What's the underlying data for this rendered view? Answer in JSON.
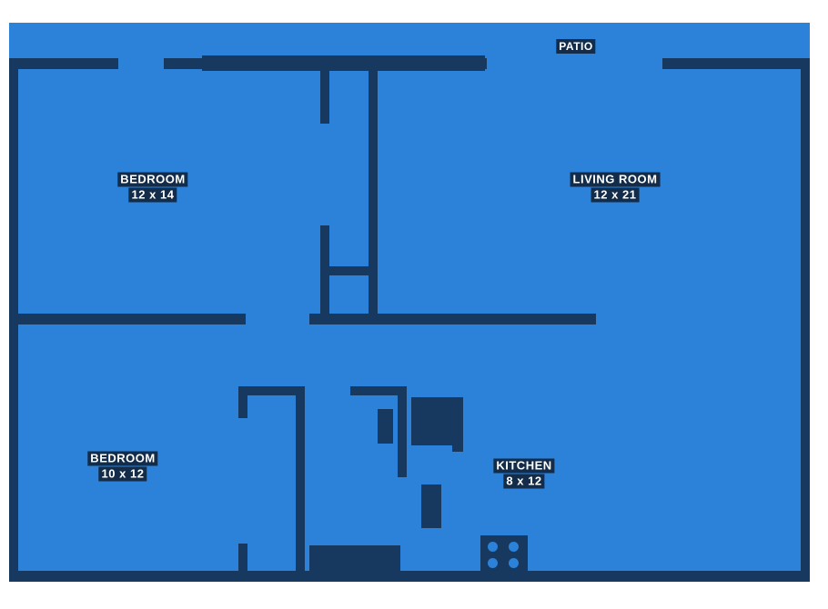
{
  "palette": {
    "background": "#ffffff",
    "floor": "#2b82d8",
    "wall": "#17395f",
    "label_bg": "#122c4a",
    "label_text": "#ffffff"
  },
  "rooms": {
    "patio": {
      "name": "PATIO"
    },
    "bedroom1": {
      "name": "BEDROOM",
      "dims": "12 x 14"
    },
    "living_room": {
      "name": "LIVING ROOM",
      "dims": "12 x 21"
    },
    "bedroom2": {
      "name": "BEDROOM",
      "dims": "10 x 12"
    },
    "kitchen": {
      "name": "KITCHEN",
      "dims": "8 x 12"
    }
  }
}
